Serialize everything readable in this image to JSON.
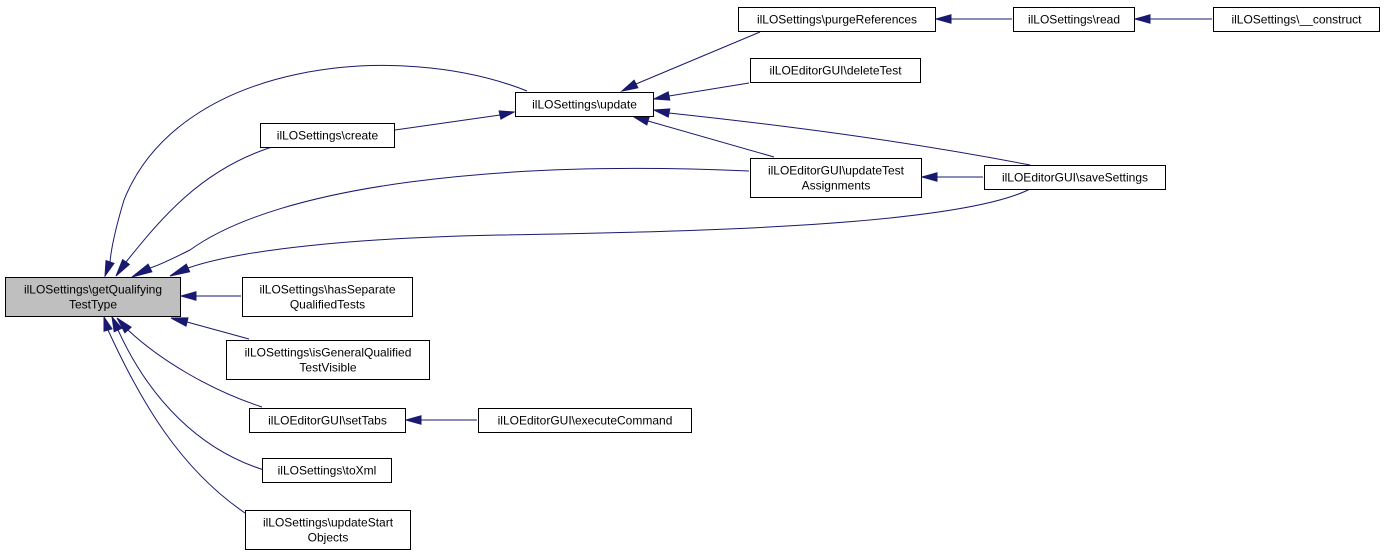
{
  "graph": {
    "nodes": [
      {
        "id": "root",
        "lines": [
          "ilLOSettings\\getQualifying",
          "TestType"
        ],
        "highlighted": true
      },
      {
        "id": "update",
        "lines": [
          "ilLOSettings\\update"
        ]
      },
      {
        "id": "create",
        "lines": [
          "ilLOSettings\\create"
        ]
      },
      {
        "id": "hasSeparate",
        "lines": [
          "ilLOSettings\\hasSeparate",
          "QualifiedTests"
        ]
      },
      {
        "id": "isGeneral",
        "lines": [
          "ilLOSettings\\isGeneralQualified",
          "TestVisible"
        ]
      },
      {
        "id": "setTabs",
        "lines": [
          "ilLOEditorGUI\\setTabs"
        ]
      },
      {
        "id": "toXml",
        "lines": [
          "ilLOSettings\\toXml"
        ]
      },
      {
        "id": "updateStart",
        "lines": [
          "ilLOSettings\\updateStart",
          "Objects"
        ]
      },
      {
        "id": "purge",
        "lines": [
          "ilLOSettings\\purgeReferences"
        ]
      },
      {
        "id": "deleteTest",
        "lines": [
          "ilLOEditorGUI\\deleteTest"
        ]
      },
      {
        "id": "updateTestAssign",
        "lines": [
          "ilLOEditorGUI\\updateTest",
          "Assignments"
        ]
      },
      {
        "id": "executeCommand",
        "lines": [
          "ilLOEditorGUI\\executeCommand"
        ]
      },
      {
        "id": "read",
        "lines": [
          "ilLOSettings\\read"
        ]
      },
      {
        "id": "saveSettings",
        "lines": [
          "ilLOEditorGUI\\saveSettings"
        ]
      },
      {
        "id": "construct",
        "lines": [
          "ilLOSettings\\__construct"
        ]
      }
    ],
    "edges": [
      {
        "from": "update",
        "to": "root"
      },
      {
        "from": "create",
        "to": "root"
      },
      {
        "from": "updateTestAssign",
        "to": "root"
      },
      {
        "from": "saveSettings",
        "to": "root"
      },
      {
        "from": "hasSeparate",
        "to": "root"
      },
      {
        "from": "isGeneral",
        "to": "root"
      },
      {
        "from": "setTabs",
        "to": "root"
      },
      {
        "from": "toXml",
        "to": "root"
      },
      {
        "from": "updateStart",
        "to": "root"
      },
      {
        "from": "create",
        "to": "update"
      },
      {
        "from": "purge",
        "to": "update"
      },
      {
        "from": "deleteTest",
        "to": "update"
      },
      {
        "from": "updateTestAssign",
        "to": "update"
      },
      {
        "from": "saveSettings",
        "to": "update"
      },
      {
        "from": "read",
        "to": "purge"
      },
      {
        "from": "construct",
        "to": "read"
      },
      {
        "from": "saveSettings",
        "to": "updateTestAssign"
      },
      {
        "from": "executeCommand",
        "to": "setTabs"
      }
    ]
  },
  "colors": {
    "edge": "#191970",
    "node_border": "#000000",
    "node_fill": "#ffffff",
    "highlighted_fill": "#bfbfbf"
  }
}
